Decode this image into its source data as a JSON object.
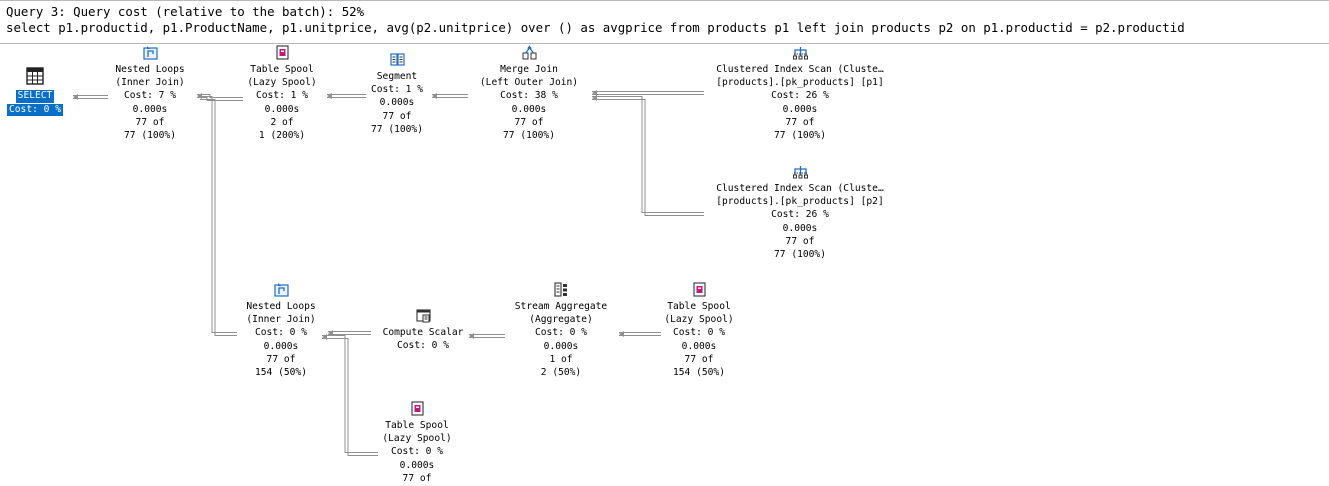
{
  "header": {
    "query_title": "Query 3: Query cost (relative to the batch): 52%",
    "sql": "select p1.productid, p1.ProductName, p1.unitprice, avg(p2.unitprice) over () as avgprice from products p1 left join products p2 on p1.productid = p2.productid"
  },
  "plan": {
    "select": {
      "label": "SELECT",
      "cost": "Cost: 0 %",
      "icon": "select-result-icon",
      "selected_color": "#0a6fc9"
    },
    "nested_loops_top": {
      "name": "Nested Loops",
      "sub": "(Inner Join)",
      "cost": "Cost: 7 %",
      "time": "0.000s",
      "rows": "77 of",
      "est": "77 (100%)",
      "icon": "nested-loops-icon"
    },
    "table_spool_top": {
      "name": "Table Spool",
      "sub": "(Lazy Spool)",
      "cost": "Cost: 1 %",
      "time": "0.000s",
      "rows": "2 of",
      "est": "1 (200%)",
      "icon": "table-spool-icon"
    },
    "segment": {
      "name": "Segment",
      "cost": "Cost: 1 %",
      "time": "0.000s",
      "rows": "77 of",
      "est": "77 (100%)",
      "icon": "segment-icon"
    },
    "merge_join": {
      "name": "Merge Join",
      "sub": "(Left Outer Join)",
      "cost": "Cost: 38 %",
      "time": "0.000s",
      "rows": "77 of",
      "est": "77 (100%)",
      "icon": "merge-join-icon"
    },
    "cis_p1": {
      "name": "Clustered Index Scan (Cluste…",
      "sub": "[products].[pk_products] [p1]",
      "cost": "Cost: 26 %",
      "time": "0.000s",
      "rows": "77 of",
      "est": "77 (100%)",
      "icon": "clustered-index-scan-icon"
    },
    "cis_p2": {
      "name": "Clustered Index Scan (Cluste…",
      "sub": "[products].[pk_products] [p2]",
      "cost": "Cost: 26 %",
      "time": "0.000s",
      "rows": "77 of",
      "est": "77 (100%)",
      "icon": "clustered-index-scan-icon"
    },
    "nested_loops_bottom": {
      "name": "Nested Loops",
      "sub": "(Inner Join)",
      "cost": "Cost: 0 %",
      "time": "0.000s",
      "rows": "77 of",
      "est": "154 (50%)",
      "icon": "nested-loops-icon"
    },
    "compute_scalar": {
      "name": "Compute Scalar",
      "cost": "Cost: 0 %",
      "icon": "compute-scalar-icon"
    },
    "stream_aggregate": {
      "name": "Stream Aggregate",
      "sub": "(Aggregate)",
      "cost": "Cost: 0 %",
      "time": "0.000s",
      "rows": "1 of",
      "est": "2 (50%)",
      "icon": "stream-aggregate-icon"
    },
    "table_spool_right": {
      "name": "Table Spool",
      "sub": "(Lazy Spool)",
      "cost": "Cost: 0 %",
      "time": "0.000s",
      "rows": "77 of",
      "est": "154 (50%)",
      "icon": "table-spool-icon"
    },
    "table_spool_bottom": {
      "name": "Table Spool",
      "sub": "(Lazy Spool)",
      "cost": "Cost: 0 %",
      "time": "0.000s",
      "rows": "77 of",
      "icon": "table-spool-icon"
    }
  },
  "colors": {
    "accent": "#0a6fc9",
    "connector": "#9a9a9a",
    "spool_icon": "#c2187f",
    "loop_icon": "#1f6fc4"
  }
}
